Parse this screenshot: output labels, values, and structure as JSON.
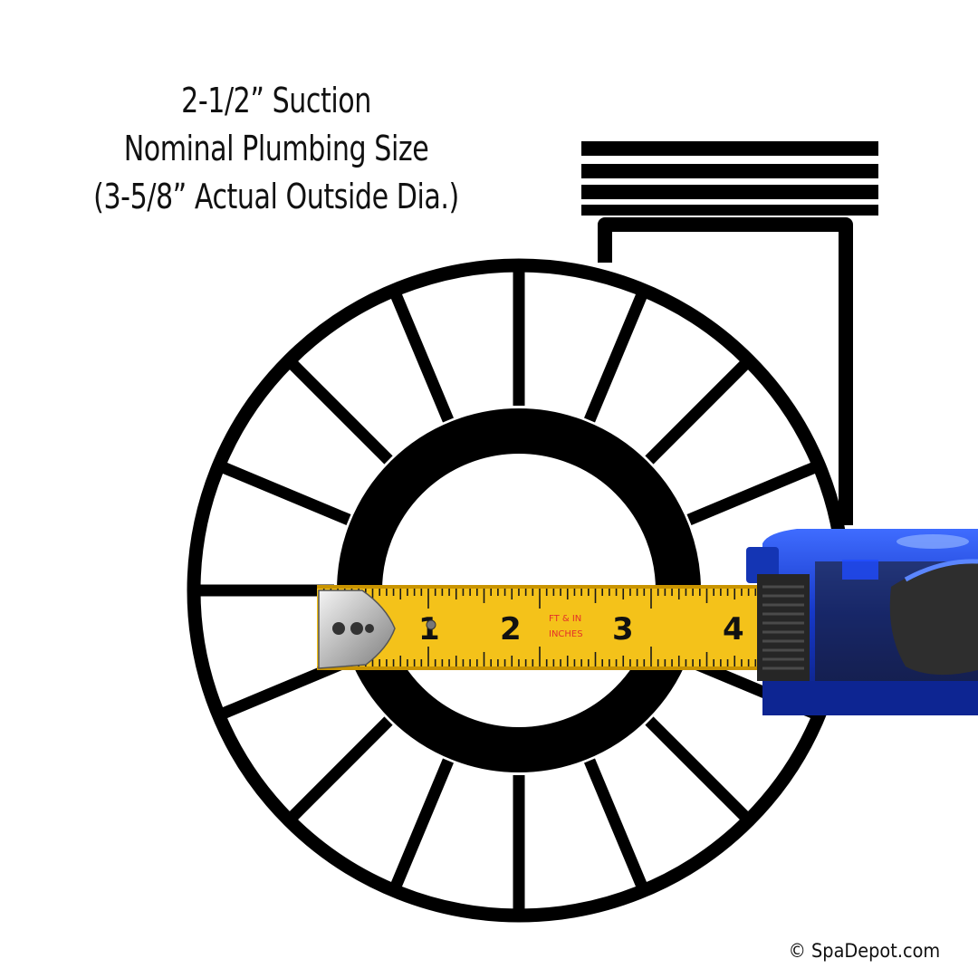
{
  "caption": {
    "line1": "2-1/2” Suction",
    "line2": "Nominal Plumbing Size",
    "line3": "(3-5/8” Actual Outside Dia.)"
  },
  "credit": "© SpaDepot.com",
  "tape": {
    "numbers": [
      "1",
      "2",
      "3",
      "4"
    ],
    "brand_line1": "FT & IN",
    "brand_line2": "INCHES"
  },
  "colors": {
    "line": "#000000",
    "tape_yellow": "#f4c21a",
    "tape_case_blue": "#1a3fd6",
    "tape_grip": "#2b2b2b",
    "tape_brand": "#e4302a"
  },
  "icons": [
    "pump-outline-icon",
    "measuring-tape-icon"
  ]
}
